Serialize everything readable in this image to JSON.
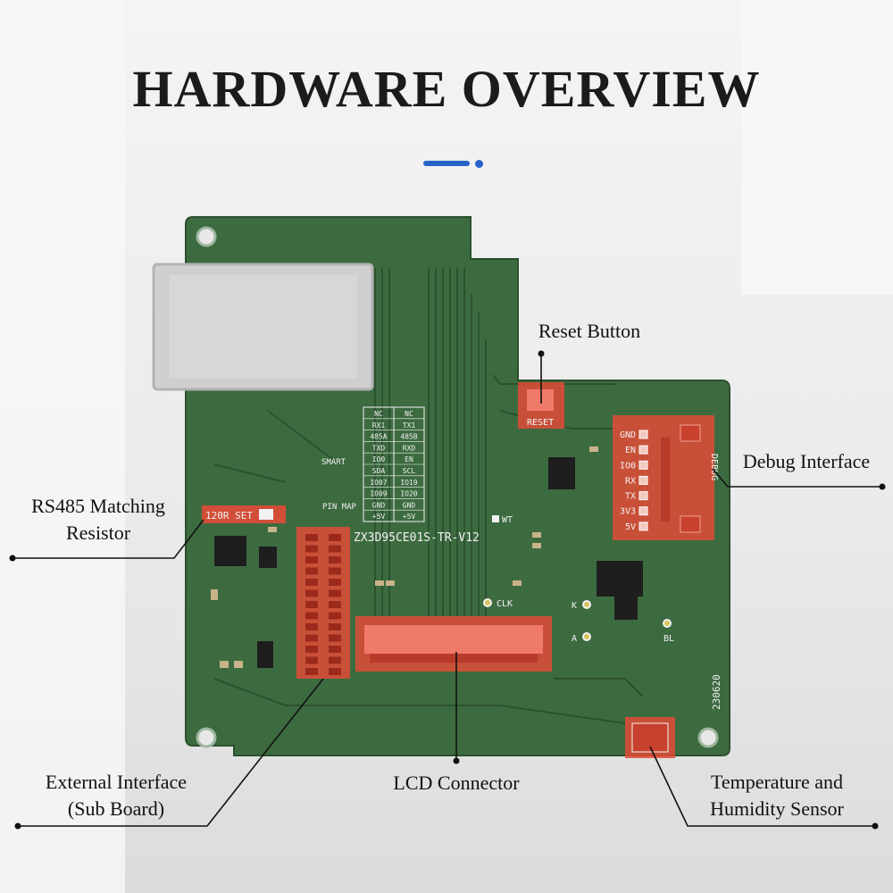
{
  "title": "HARDWARE OVERVIEW",
  "colors": {
    "pcb": "#3d6b40",
    "pcb_dark": "#2f5733",
    "highlight": "#e24b37",
    "accent": "#2563c9"
  },
  "labels": {
    "reset_button": "Reset Button",
    "debug_interface": "Debug Interface",
    "rs485_line1": "RS485 Matching",
    "rs485_line2": "Resistor",
    "external_line1": "External Interface",
    "external_line2": "(Sub Board)",
    "lcd_connector": "LCD Connector",
    "sensor_line1": "Temperature and",
    "sensor_line2": "Humidity Sensor"
  },
  "silkscreen": {
    "model": "ZX3D95CE01S-TR-V12",
    "reset": "RESET",
    "r120": "120R SET",
    "smart": "SMART",
    "pin_map": "PIN MAP",
    "wt": "WT",
    "clk": "CLK",
    "k": "K",
    "a": "A",
    "bl": "BL",
    "date": "230620",
    "debug": "DEBUG",
    "debug_pins": [
      "GND",
      "EN",
      "IO0",
      "RX",
      "TX",
      "3V3",
      "5V"
    ],
    "pin_table": [
      [
        "NC",
        "NC"
      ],
      [
        "RX1",
        "TX1"
      ],
      [
        "485A",
        "485B"
      ],
      [
        "TXD",
        "RXD"
      ],
      [
        "IO0",
        "EN"
      ],
      [
        "SDA",
        "SCL"
      ],
      [
        "IO07",
        "IO19"
      ],
      [
        "IO09",
        "IO20"
      ],
      [
        "GND",
        "GND"
      ],
      [
        "+5V",
        "+5V"
      ]
    ]
  }
}
